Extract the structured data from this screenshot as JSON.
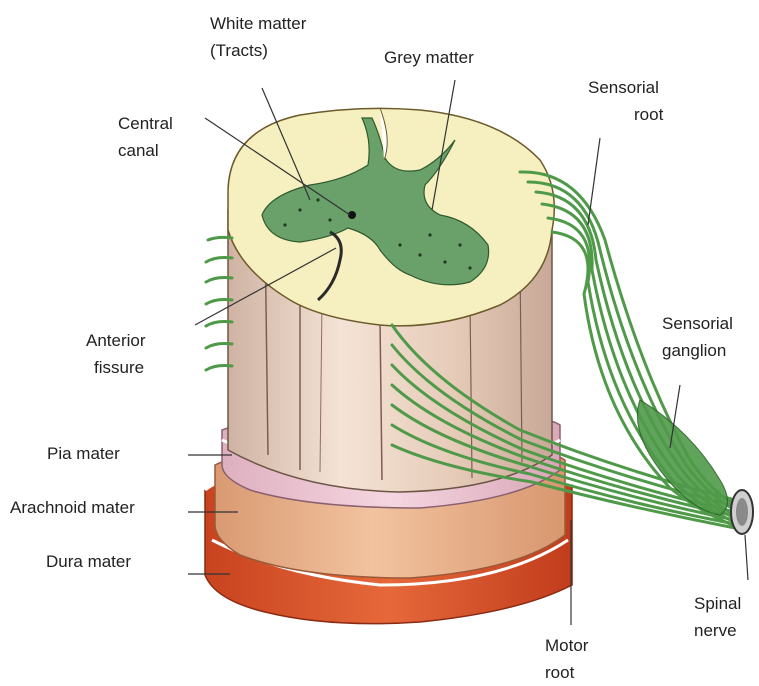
{
  "diagram": {
    "labels": {
      "white_matter": [
        "White matter",
        "(Tracts)"
      ],
      "grey_matter": "Grey matter",
      "central_canal": [
        "Central",
        "canal"
      ],
      "sensorial_root": [
        "Sensorial",
        "root"
      ],
      "anterior_fissure": [
        "Anterior",
        "fissure"
      ],
      "sensorial_ganglion": [
        "Sensorial",
        "ganglion"
      ],
      "pia_mater": "Pia mater",
      "arachnoid_mater": "Arachnoid mater",
      "dura_mater": "Dura mater",
      "spinal_nerve": [
        "Spinal",
        "nerve"
      ],
      "motor_root": [
        "Motor",
        "root"
      ]
    },
    "colors": {
      "white_matter": "#f6efbf",
      "grey_matter": "#6aa06a",
      "nerve_fibers": "#4f9a49",
      "column_tissue": "#e8d2c2",
      "pia_mater": "#ecc6d2",
      "arachnoid_mater": "#ecb48e",
      "dura_mater": "#dd5a2d"
    }
  }
}
